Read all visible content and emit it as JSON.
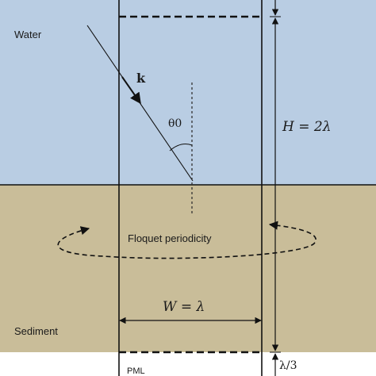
{
  "regions": {
    "water": {
      "label": "Water",
      "color": "#b9cde3"
    },
    "sediment": {
      "label": "Sediment",
      "color": "#c9bd99"
    },
    "pml": {
      "label": "PML"
    }
  },
  "wave": {
    "vector_label": "k",
    "angle_label": "θ0"
  },
  "periodicity": {
    "label": "Floquet periodicity"
  },
  "dimensions": {
    "height_label": "H = 2λ",
    "width_label": "W = λ",
    "pml_label": "λ/3"
  }
}
